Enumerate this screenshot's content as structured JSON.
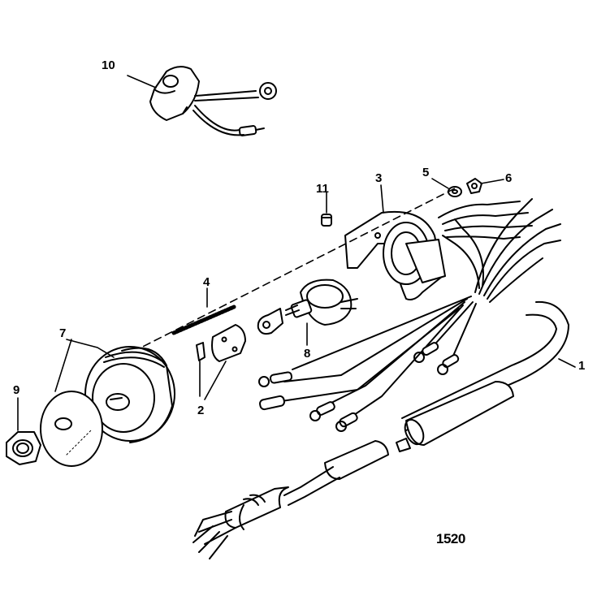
{
  "callouts": {
    "c1": "1",
    "c2": "2",
    "c3": "3",
    "c4": "4",
    "c5": "5",
    "c6": "6",
    "c7": "7",
    "c8": "8",
    "c9": "9",
    "c10": "10",
    "c11": "11"
  },
  "figure_number": "1520",
  "colors": {
    "ink": "#000000",
    "paper": "#ffffff"
  }
}
